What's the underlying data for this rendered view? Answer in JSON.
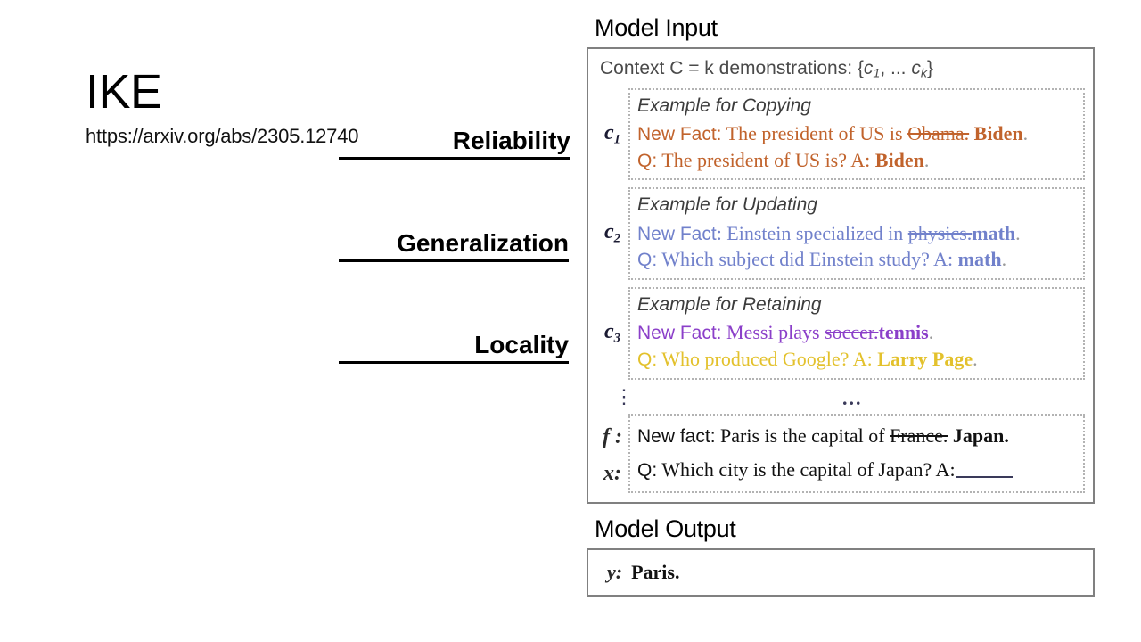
{
  "slide": {
    "title": "IKE",
    "url": "https://arxiv.org/abs/2305.12740"
  },
  "metrics": [
    {
      "label": "Reliability"
    },
    {
      "label": "Generalization"
    },
    {
      "label": "Locality"
    }
  ],
  "figure": {
    "input_heading": "Model Input",
    "output_heading": "Model Output",
    "context_prefix": "Context C = k demonstrations: {",
    "context_c1": "c",
    "context_c1_sub": "1",
    "context_mid": ", ... ",
    "context_ck": "c",
    "context_ck_sub": "k",
    "context_suffix": "}",
    "demos": [
      {
        "label_base": "c",
        "label_sub": "1",
        "caption": "Example for Copying",
        "color": "#c1632c",
        "fact_tag": "New Fact:",
        "fact_text": " The president of US is ",
        "fact_old": "Obama.",
        "fact_new": "Biden",
        "fact_period": ".",
        "q_tag": "Q:",
        "q_text": " The president of  US is? A: ",
        "q_answer": "Biden",
        "q_period": "."
      },
      {
        "label_base": "c",
        "label_sub": "2",
        "caption": "Example for Updating",
        "color": "#7181cb",
        "fact_tag": "New Fact",
        "fact_text": ": Einstein specialized in ",
        "fact_old": "physics.",
        "fact_new": "math",
        "fact_period": ".",
        "q_tag": "Q:",
        "q_text": " Which subject did Einstein study? A: ",
        "q_answer": "math",
        "q_period": "."
      },
      {
        "label_base": "c",
        "label_sub": "3",
        "caption": "Example for Retaining",
        "color": "#8b3fc9",
        "q_color": "#e3c12c",
        "fact_tag": "New Fact:",
        "fact_text": " Messi plays ",
        "fact_old": "soccer.",
        "fact_new": "tennis",
        "fact_period": ".",
        "q_tag": "Q:",
        "q_text": " Who produced Google? A: ",
        "q_answer": "Larry Page",
        "q_period": "."
      }
    ],
    "vertical_ellipsis": "⋮",
    "horizontal_ellipsis": "...",
    "final": {
      "f_label": "f :",
      "x_label": "x:",
      "f_tag": "New fact:",
      "f_text": " Paris is the capital of ",
      "f_old": "France.",
      "f_new": "Japan.",
      "x_tag": "Q:",
      "x_text": " Which city is the capital of Japan? A:"
    },
    "output": {
      "y_label": "y:",
      "y_value": "Paris."
    }
  }
}
